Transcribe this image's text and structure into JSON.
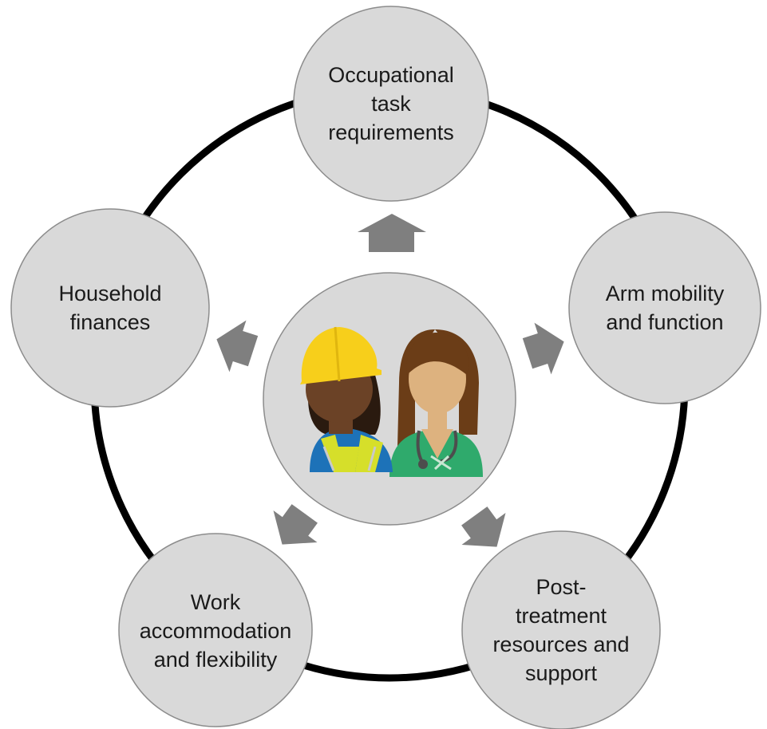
{
  "diagram": {
    "center": {
      "icon": "workers-icon",
      "people": [
        "construction-worker",
        "healthcare-worker"
      ]
    },
    "nodes": [
      {
        "id": "occupational",
        "lines": [
          "Occupational",
          "task",
          "requirements"
        ]
      },
      {
        "id": "arm",
        "lines": [
          "Arm mobility",
          "and function"
        ]
      },
      {
        "id": "post-treatment",
        "lines": [
          "Post-",
          "treatment",
          "resources and",
          "support"
        ]
      },
      {
        "id": "work-accommodation",
        "lines": [
          "Work",
          "accommodation",
          "and flexibility"
        ]
      },
      {
        "id": "household",
        "lines": [
          "Household",
          "finances"
        ]
      }
    ],
    "colors": {
      "node_fill": "#d9d9d9",
      "node_stroke": "#8c8c8c",
      "ring": "#000000",
      "arrow": "#7f7f7f",
      "hardhat": "#f7cf1b",
      "worker_skin": "#6b4226",
      "worker_hair": "#2a1a0f",
      "vest": "#d6df2a",
      "worker_shirt": "#1d72b8",
      "nurse_skin": "#ddb27f",
      "nurse_hair": "#6b3d17",
      "scrubs": "#2faa6c",
      "stethoscope": "#4d4d4d"
    }
  }
}
